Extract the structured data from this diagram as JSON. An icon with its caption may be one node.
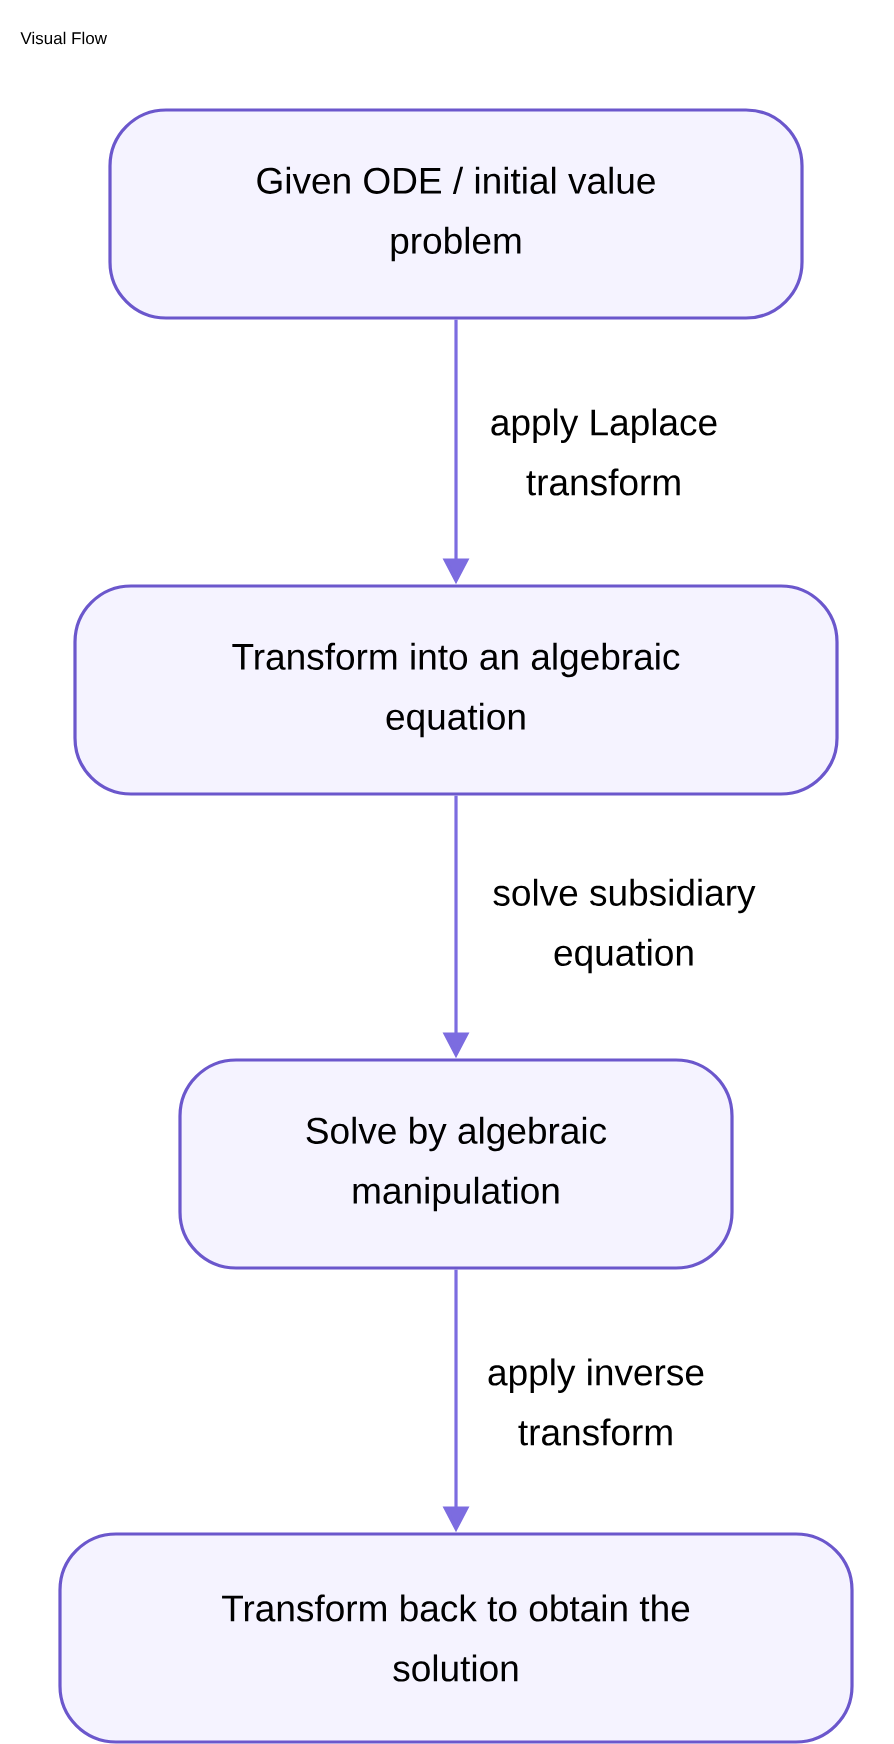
{
  "diagram": {
    "title": "Visual Flow",
    "nodes": [
      {
        "text": [
          "Given ODE / initial value problem"
        ]
      },
      {
        "text": [
          "Transform into an algebraic equation"
        ]
      },
      {
        "text": [
          "Solve by algebraic manipulation"
        ]
      },
      {
        "text": [
          "Transform back to obtain the solution"
        ]
      }
    ],
    "edges": [
      {
        "from": 0,
        "to": 1,
        "arrow": "to",
        "label": "apply Laplace transform"
      },
      {
        "from": 1,
        "to": 2,
        "arrow": "to",
        "label": "solve subsidiary equation"
      },
      {
        "from": 2,
        "to": 3,
        "arrow": "to",
        "label": "apply inverse transform"
      }
    ]
  }
}
